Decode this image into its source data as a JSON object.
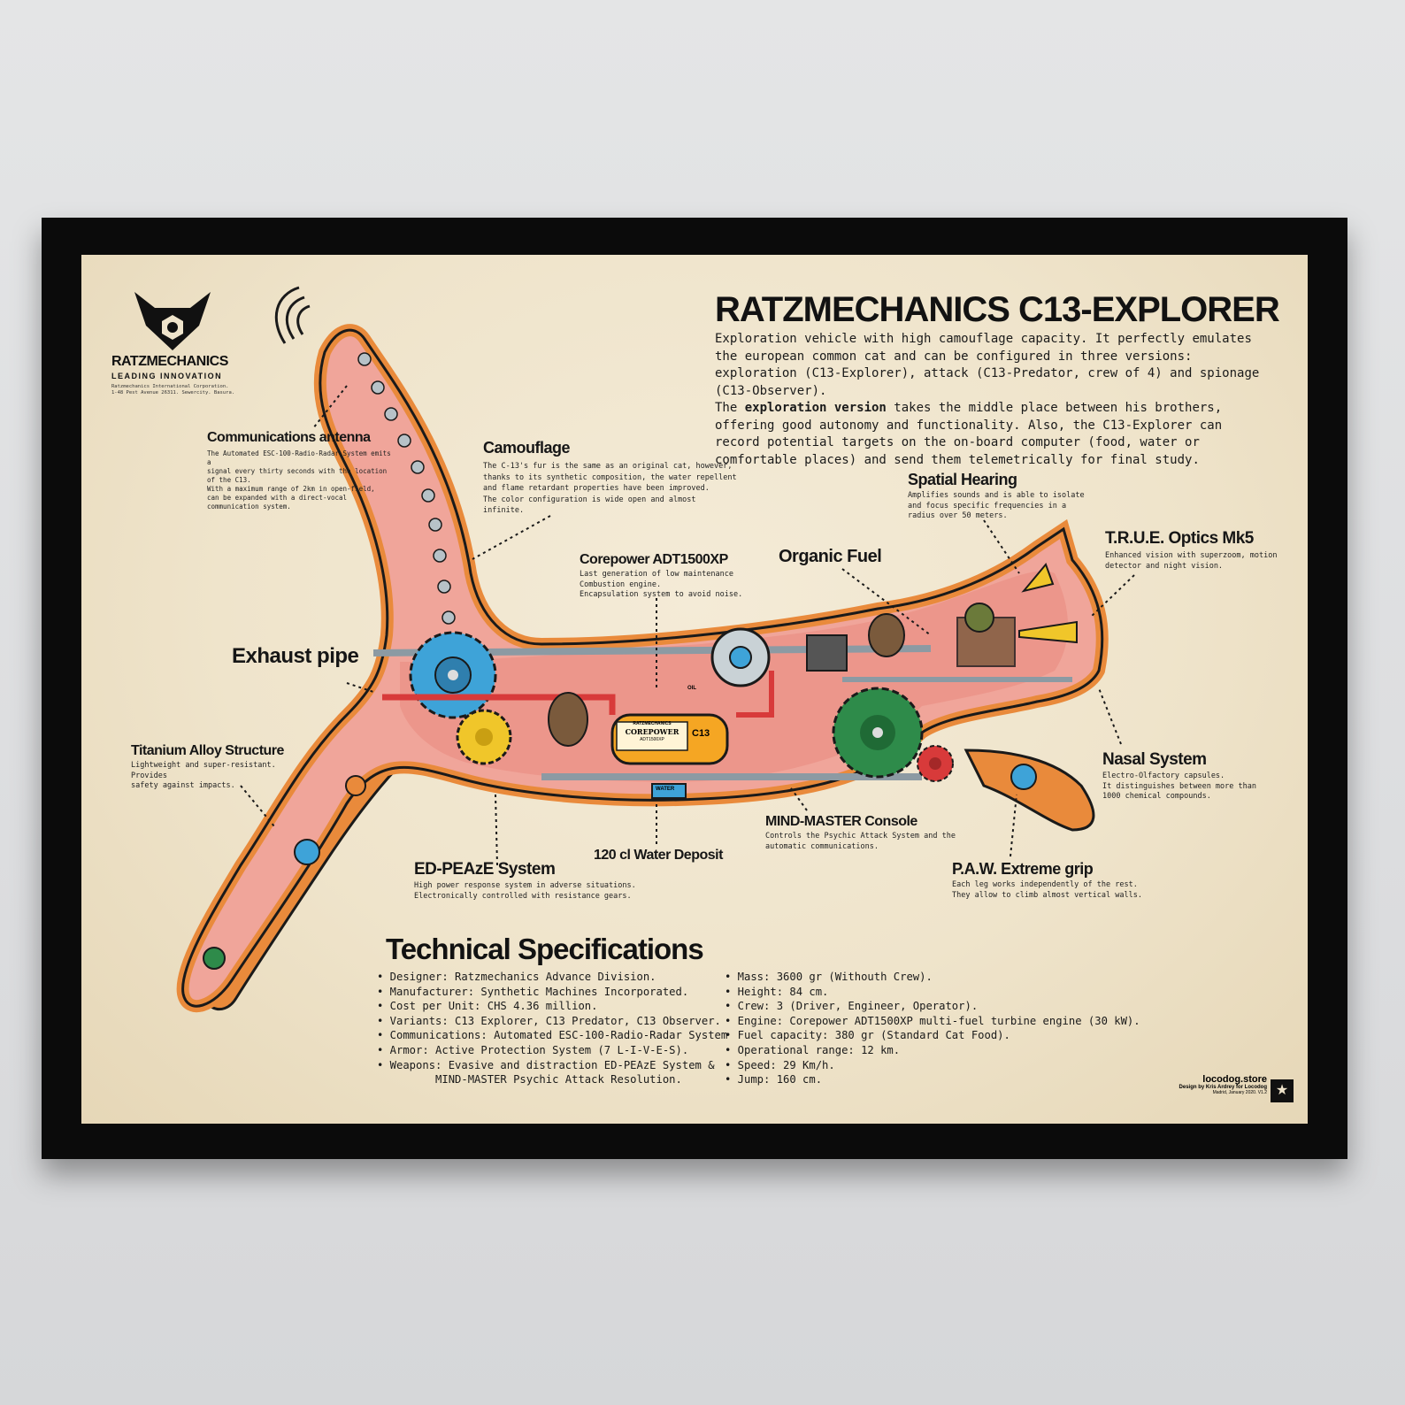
{
  "brand": {
    "name": "RATZMECHANICS",
    "tagline": "LEADING INNOVATION",
    "address": "Ratzmechanics International Corporation.\n1-48 Pest Avenue 26311. Sewercity. Basura."
  },
  "title": "RATZMECHANICS C13-EXPLORER",
  "intro": {
    "p1": "Exploration vehicle with high camouflage capacity. It perfectly emulates the european common cat and can be configured in three versions: exploration (C13-Explorer), attack (C13-Predator, crew of 4) and spionage (C13-Observer).",
    "p2_pre": "The ",
    "p2_bold": "exploration version",
    "p2_post": " takes the middle place between his brothers, offering good autonomy and functionality. Also, the C13-Explorer can record potential targets on the on-board computer (food, water or comfortable places) and send them telemetrically for final study."
  },
  "callouts": {
    "antenna": {
      "title": "Communications antenna",
      "text": "The Automated ESC-100-Radio-Radar System emits a\nsignal every thirty seconds with the location\nof the C13.\nWith a maximum range of 2km in open-field,\ncan be expanded with a direct-vocal\ncommunication system."
    },
    "camouflage": {
      "title": "Camouflage",
      "text": "The C-13's fur is the same as an original cat, however,\nthanks to its synthetic composition, the water repellent\nand flame retardant properties have been improved.\nThe color configuration is wide open and almost\ninfinite."
    },
    "corepower": {
      "title": "Corepower ADT1500XP",
      "text": "Last generation of low maintenance\nCombustion engine.\nEncapsulation system to avoid noise."
    },
    "organic_fuel": {
      "title": "Organic Fuel"
    },
    "spatial_hearing": {
      "title": "Spatial Hearing",
      "text": "Amplifies sounds and is able to isolate\nand focus specific frequencies in a\nradius over 50 meters."
    },
    "optics": {
      "title": "T.R.U.E. Optics Mk5",
      "text": "Enhanced vision with superzoom, motion\ndetector and night vision."
    },
    "exhaust": {
      "title": "Exhaust pipe"
    },
    "titanium": {
      "title": "Titanium Alloy Structure",
      "text": "Lightweight and super-resistant.\nProvides\nsafety against impacts."
    },
    "nasal": {
      "title": "Nasal System",
      "text": "Electro-Olfactory capsules.\nIt distinguishes between more than\n1000 chemical compounds."
    },
    "mindmaster": {
      "title": "MIND-MASTER Console",
      "text": "Controls the Psychic Attack System and the\nautomatic communications."
    },
    "water": {
      "title": "120 cl Water Deposit"
    },
    "edpeaze": {
      "title": "ED-PEAzE System",
      "text": "High power response system in adverse situations.\nElectronically controlled with resistance gears."
    },
    "paw": {
      "title": "P.A.W. Extreme grip",
      "text": "Each leg works independently of the rest.\nThey allow to climb almost vertical walls."
    }
  },
  "engine_labels": {
    "brand": "RATZMECHANICS",
    "model": "COREPOWER",
    "code": "C13",
    "sub": "ADT1500XP",
    "oil": "OIL",
    "water": "WATER"
  },
  "specs": {
    "title": "Technical Specifications",
    "left": [
      "• Designer: Ratzmechanics Advance Division.",
      "• Manufacturer: Synthetic Machines Incorporated.",
      "• Cost per Unit: CHS 4.36 million.",
      "• Variants: C13 Explorer, C13 Predator, C13 Observer.",
      "• Communications: Automated ESC-100-Radio-Radar System",
      "• Armor: Active Protection System (7 L-I-V-E-S).",
      "• Weapons: Evasive and distraction ED-PEAzE System &",
      "         MIND-MASTER Psychic Attack Resolution."
    ],
    "right": [
      "• Mass: 3600 gr (Withouth Crew).",
      "• Height: 84 cm.",
      "• Crew: 3 (Driver, Engineer, Operator).",
      "• Engine: Corepower ADT1500XP multi-fuel turbine engine (30 kW).",
      "• Fuel capacity: 380 gr (Standard Cat Food).",
      "• Operational range: 12 km.",
      "• Speed: 29 Km/h.",
      "• Jump: 160 cm."
    ]
  },
  "credits": {
    "site": "locodog.store",
    "designer": "Design by Kris Ardrey for Locodog",
    "place": "Madrid, January 2020. V1.2"
  },
  "colors": {
    "paper": "#efe4cb",
    "frame": "#0b0b0b",
    "cat_outline": "#e98a3b",
    "cat_inner": "#f0a59a",
    "gear_blue": "#3ea3d8",
    "gear_yellow": "#f0c62a",
    "gear_green": "#2e8b4a",
    "gear_red": "#d83a3a",
    "engine": "#f5a623"
  }
}
